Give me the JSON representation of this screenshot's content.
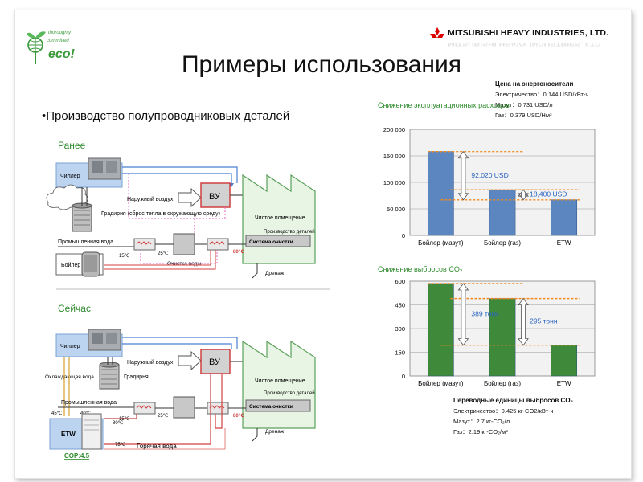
{
  "header": {
    "eco_logo_lines": [
      "thoroughly",
      "committed",
      "eco!"
    ],
    "company": "MITSUBISHI HEAVY INDUSTRIES, LTD.",
    "title": "Примеры использования"
  },
  "bullet": "•Производство полупроводниковых деталей",
  "diagram_before": {
    "section": "Ранее",
    "chiller": "Чиллер",
    "outdoor_air": "Наружный воздух",
    "vu": "ВУ",
    "tower": "Градирня (сброс тепла в окружающую среду)",
    "industrial_water": "Промышленная вода",
    "temp_15": "15℃",
    "temp_25": "25℃",
    "temp_80": "80℃",
    "water_treatment": "Очистка воды",
    "clean_room": "Чистое помещение",
    "parts_production": "Производство деталей",
    "cleaning_system": "Система очистки",
    "drainage": "Дренаж",
    "boiler": "Бойлер"
  },
  "diagram_now": {
    "section": "Сейчас",
    "chiller": "Чиллер",
    "outdoor_air": "Наружный воздух",
    "vu": "ВУ",
    "cooling_water": "Охлаждающая вода",
    "tower": "Градирня",
    "industrial_water": "Промышленная вода",
    "temp_45": "45℃",
    "temp_40": "40℃",
    "temp_15": "15℃",
    "temp_25": "25℃",
    "temp_80a": "80℃",
    "temp_80b": "80℃",
    "temp_75": "75℃",
    "hot_water": "Горячая вода",
    "clean_room": "Чистое помещение",
    "parts_production": "Производство деталей",
    "cleaning_system": "Система очистки",
    "drainage": "Дренаж",
    "etw": "ETW",
    "cop": "COP:4.5"
  },
  "prices": {
    "heading": "Цена на энергоносители",
    "electricity": "Электричество：0.144 USD/кВт-ч",
    "fuel_oil": "Мазут：0.731 USD/л",
    "gas": "Газ：0.379 USD/Нм³"
  },
  "conversion": {
    "heading": "Переводные единицы выбросов CO₂",
    "electricity": "Электричество：0.425 кг-CO2/кВт-ч",
    "fuel_oil": "Мазут：2.7 кг-CO₂/л",
    "gas": "Газ：2.19 кг-CO₂/м³"
  },
  "chart_data": [
    {
      "type": "bar",
      "title": "Снижение эксплуатационных расходов",
      "categories": [
        "Бойлер (мазут)",
        "Бойлер (газ)",
        "ETW"
      ],
      "values": [
        158000,
        86000,
        67000
      ],
      "ylim": [
        0,
        200000
      ],
      "yticks": [
        "0",
        "50 000",
        "100 000",
        "150 000",
        "200 000"
      ],
      "bar_color": "#5b86c0",
      "annotations": [
        "92,020 USD",
        "18,400 USD"
      ],
      "grid": true
    },
    {
      "type": "bar",
      "title": "Снижение выбросов CO₂",
      "categories": [
        "Бойлер (мазут)",
        "Бойлер (газ)",
        "ETW"
      ],
      "values": [
        585,
        490,
        195
      ],
      "ylim": [
        0,
        600
      ],
      "yticks": [
        "0",
        "150",
        "300",
        "450",
        "600"
      ],
      "bar_color": "#3f8a3a",
      "annotations": [
        "389 тонн",
        "295 тонн"
      ],
      "grid": true
    }
  ]
}
